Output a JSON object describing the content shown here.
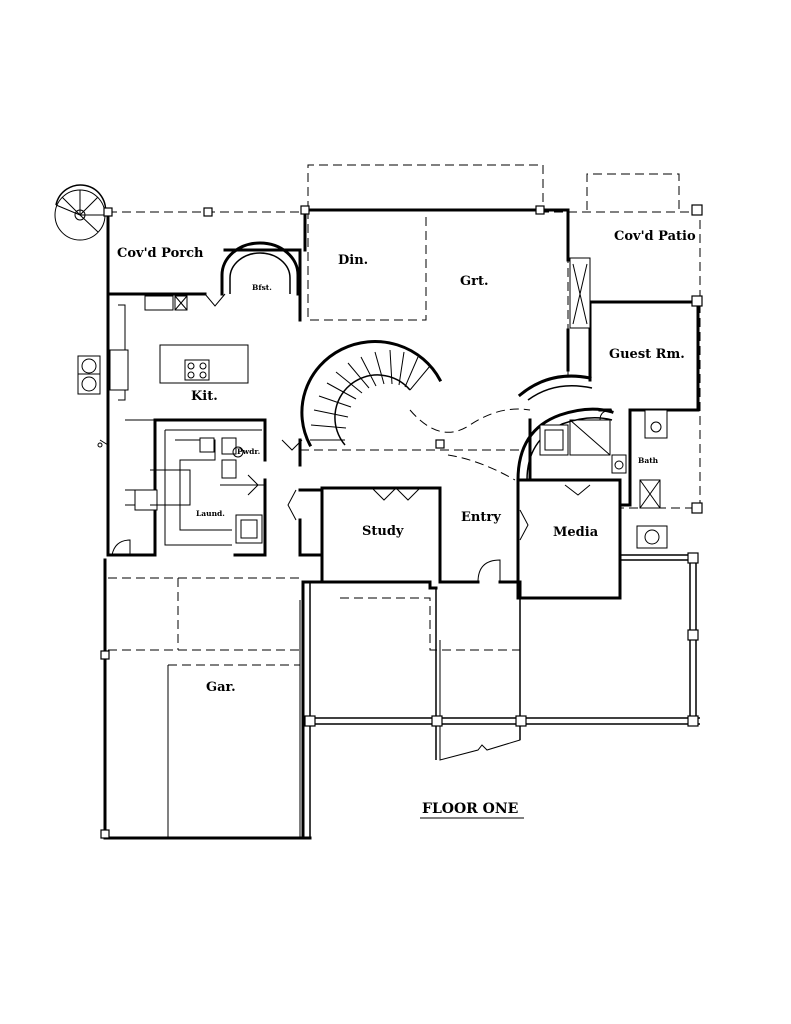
{
  "plan_title": "FLOOR ONE",
  "rooms": {
    "covd_porch": "Cov'd Porch",
    "bfst": "Bfst.",
    "din": "Din.",
    "grt": "Grt.",
    "covd_patio": "Cov'd Patio",
    "guest_rm": "Guest Rm.",
    "kit": "Kit.",
    "pwdr": "Pwdr.",
    "laund": "Laund.",
    "bath": "Bath",
    "study": "Study",
    "entry": "Entry",
    "media": "Media",
    "gar": "Gar."
  }
}
